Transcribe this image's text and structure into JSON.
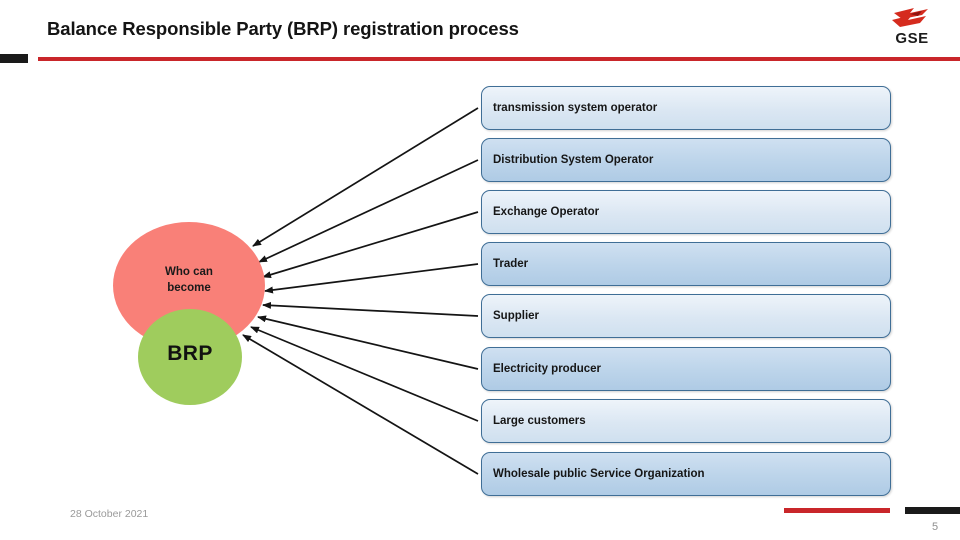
{
  "slide": {
    "title": "Balance Responsible Party (BRP) registration process",
    "page_number": "5",
    "date": "28 October 2021",
    "accent_red": "#c9262a",
    "accent_black": "#1a1a1a"
  },
  "logo": {
    "name": "gse-logo",
    "wordmark": "GSE",
    "mark_color": "#d52b1e",
    "text_color": "#1c1c1c"
  },
  "diagram": {
    "question_circle": {
      "icon_name": "pink-circle",
      "line1": "Who can",
      "line2": "become",
      "color": "#f98078"
    },
    "entity_circle": {
      "icon_name": "green-circle",
      "label": "BRP",
      "color": "#9fcc5d"
    },
    "boxes": [
      {
        "label": "transmission system operator",
        "tint": "light"
      },
      {
        "label": "Distribution System Operator",
        "tint": "dark"
      },
      {
        "label": "Exchange Operator",
        "tint": "light"
      },
      {
        "label": "Trader",
        "tint": "dark"
      },
      {
        "label": "Supplier",
        "tint": "light"
      },
      {
        "label": "Electricity producer",
        "tint": "dark"
      },
      {
        "label": "Large customers",
        "tint": "light"
      },
      {
        "label": "Wholesale public Service Organization",
        "tint": "dark"
      }
    ],
    "arrow_color": "#141414",
    "box_border_color": "#3f6e96"
  }
}
